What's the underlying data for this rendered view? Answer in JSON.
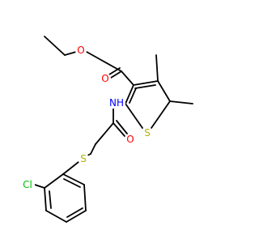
{
  "colors": {
    "bond": "#000000",
    "O": "#ff0000",
    "N": "#0000ff",
    "S": "#b2b200",
    "Cl": "#00c000"
  },
  "atom_labels": {
    "o_ester": "O",
    "o_carbonyl": "O",
    "nh": "NH",
    "s_ring": "S",
    "o_amide": "O",
    "s_thioether": "S",
    "cl": "Cl"
  }
}
